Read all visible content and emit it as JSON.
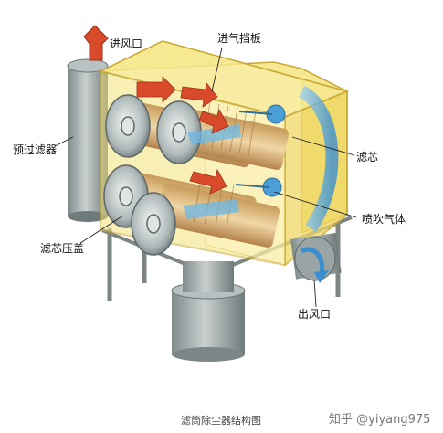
{
  "labels": {
    "inlet": "进风口",
    "inlet_baffle": "进气挡板",
    "pre_filter": "预过滤器",
    "filter_cartridge": "滤芯",
    "cartridge_cover": "滤芯压盖",
    "pulse_gas": "喷吹气体",
    "outlet": "出风口"
  },
  "caption": "滤筒除尘器结构图",
  "watermark": "知乎 @yiyang975",
  "colors": {
    "housing_yellow": "#f3e27a",
    "housing_edge": "#d8b93a",
    "metal_gray": "#9aa4a4",
    "flow_red": "#d84a2a",
    "flow_blue": "#3a8fd0"
  }
}
